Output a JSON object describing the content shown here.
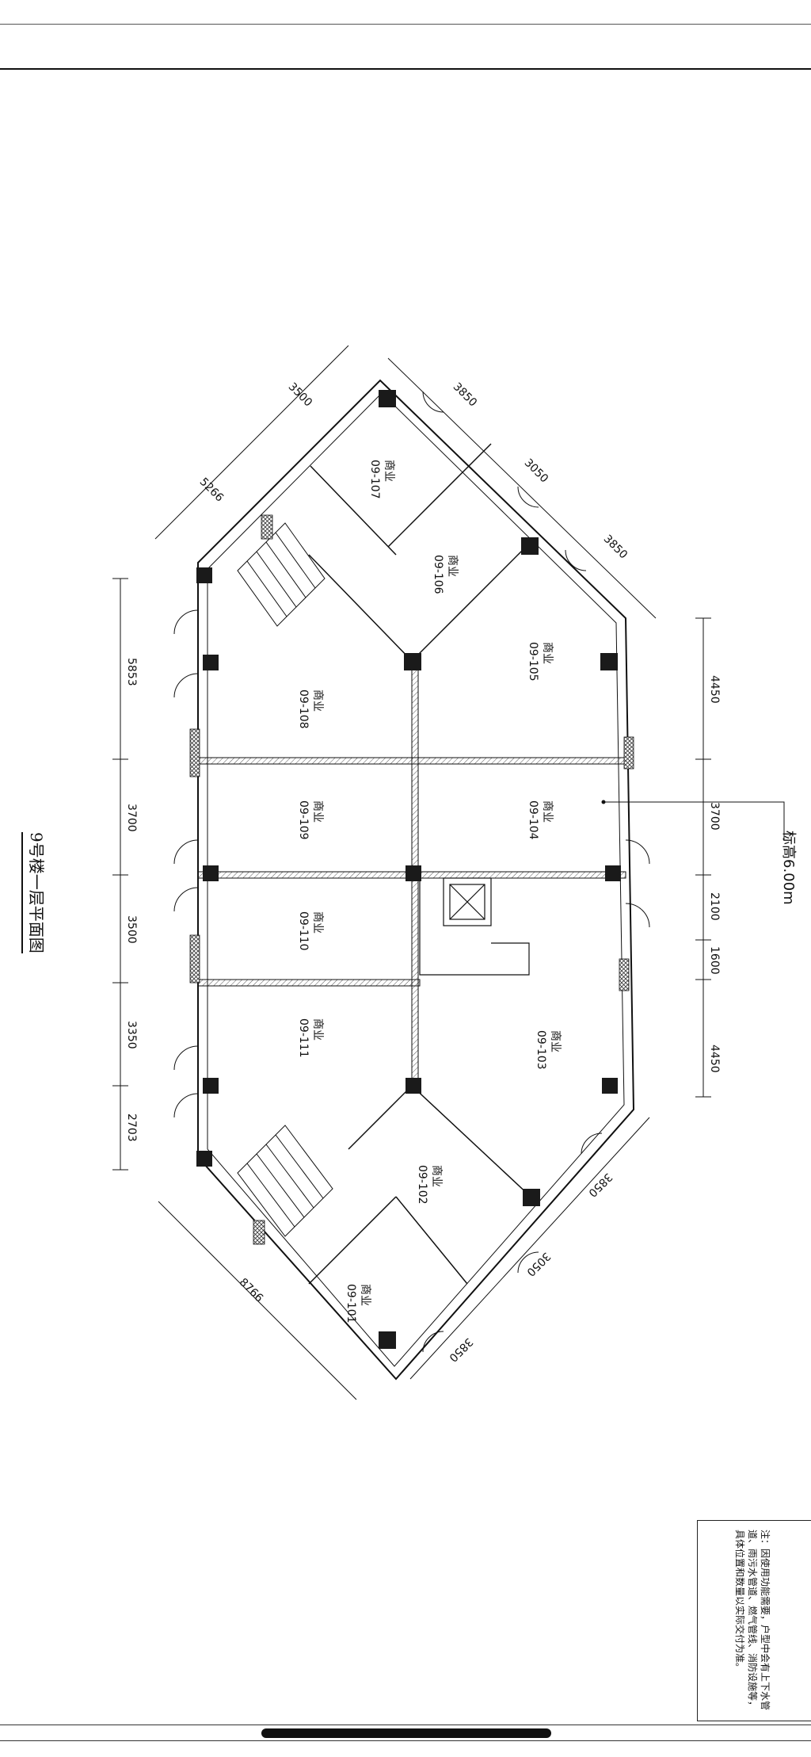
{
  "title": "9号楼一层平面图",
  "elevation": "标高6.00m",
  "rooms": [
    {
      "type": "商业",
      "id": "09-101"
    },
    {
      "type": "商业",
      "id": "09-102"
    },
    {
      "type": "商业",
      "id": "09-103"
    },
    {
      "type": "商业",
      "id": "09-104"
    },
    {
      "type": "商业",
      "id": "09-105"
    },
    {
      "type": "商业",
      "id": "09-106"
    },
    {
      "type": "商业",
      "id": "09-107"
    },
    {
      "type": "商业",
      "id": "09-108"
    },
    {
      "type": "商业",
      "id": "09-109"
    },
    {
      "type": "商业",
      "id": "09-110"
    },
    {
      "type": "商业",
      "id": "09-111"
    }
  ],
  "dimensions_left": [
    "5853",
    "3700",
    "3500",
    "3350",
    "2703"
  ],
  "dimensions_right": [
    "4450",
    "3700",
    "2100",
    "1600",
    "4450"
  ],
  "dimensions_top_diag": [
    "3500",
    "5266",
    "3850",
    "3050",
    "3850"
  ],
  "dimensions_bottom_diag": [
    "8766",
    "3850",
    "3050",
    "3850"
  ],
  "note": "注：因使用功能需要，户型中会有上下水管道、雨污水管道、燃气管线、消防设施等，具体位置和数量以实际交付为准。",
  "colors": {
    "line": "#111111",
    "column": "#1a1a1a",
    "hatch": "#555555"
  }
}
